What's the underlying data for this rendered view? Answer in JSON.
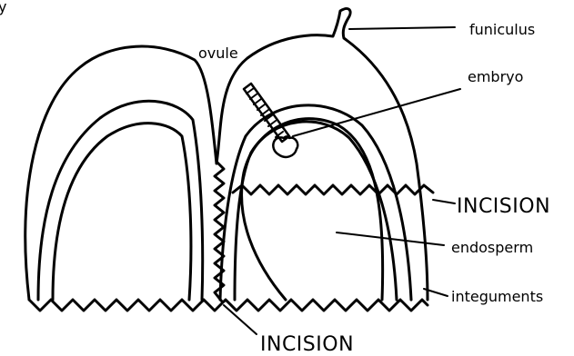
{
  "diagram": {
    "labels": {
      "corner_fragment": "y",
      "ovule": "ovule",
      "funiculus": "funiculus",
      "embryo": "embryo",
      "incision_horizontal": "INCISION",
      "endosperm": "endosperm",
      "integuments": "integuments",
      "incision_vertical": "INCISION"
    },
    "colors": {
      "stroke": "#000000",
      "background": "#ffffff"
    }
  }
}
